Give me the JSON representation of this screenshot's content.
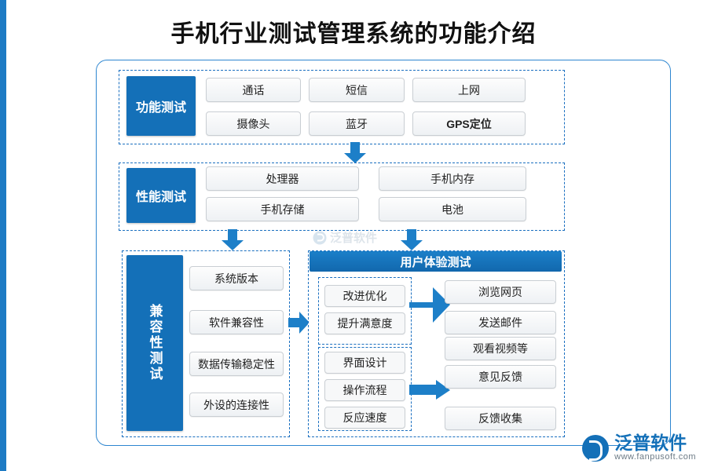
{
  "page": {
    "title": "手机行业测试管理系统的功能介绍",
    "accent_color": "#1470b8",
    "dashed_border_color": "#1a6fc0"
  },
  "diagram": {
    "type": "flowchart",
    "groups": [
      {
        "id": "functional",
        "label": "功能测试",
        "items": [
          "通话",
          "短信",
          "上网",
          "摄像头",
          "蓝牙",
          "GPS定位"
        ]
      },
      {
        "id": "performance",
        "label": "性能测试",
        "items": [
          "处理器",
          "手机内存",
          "手机存储",
          "电池"
        ]
      },
      {
        "id": "compatibility",
        "label": "兼容性测试",
        "items": [
          "系统版本",
          "软件兼容性",
          "数据传输稳定性",
          "外设的连接性"
        ]
      },
      {
        "id": "ux",
        "label": "用户体验测试",
        "left_group_a": [
          "改进优化",
          "提升满意度"
        ],
        "left_group_b": [
          "界面设计",
          "操作流程",
          "反应速度"
        ],
        "right_items": [
          "浏览网页",
          "发送邮件",
          "观看视频等",
          "意见反馈",
          "反馈收集"
        ]
      }
    ]
  },
  "watermark": {
    "center_text": "泛普软件",
    "logo_main": "泛普软件",
    "logo_sub": "www.fanpusoft.com"
  }
}
